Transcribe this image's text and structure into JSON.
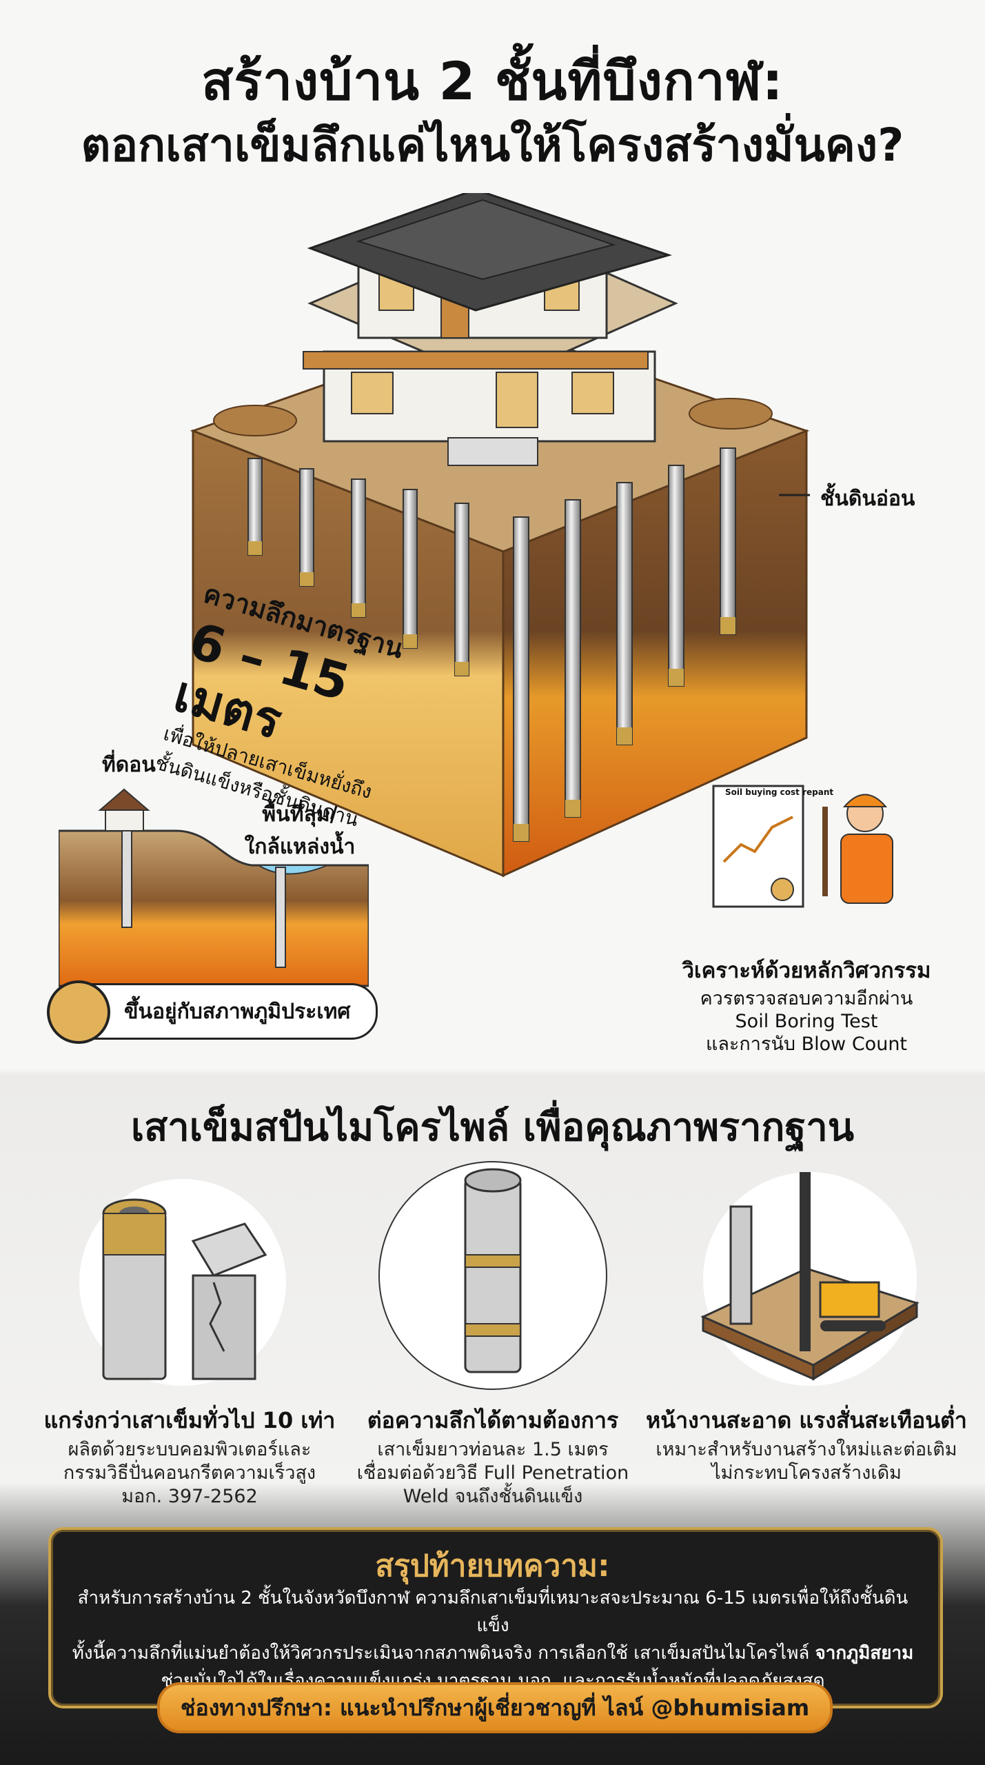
{
  "title": {
    "line1": "สร้างบ้าน 2 ชั้นที่บึงกาฬ:",
    "line2": "ตอกเสาเข็มลึกแค่ไหนให้โครงสร้างมั่นคง?"
  },
  "hero": {
    "soft_soil_label": "ชั้นดินอ่อน",
    "depth_heading": "ความลึกมาตรฐาน",
    "depth_value": "6 – 15 เมตร",
    "depth_desc_line1": "เพื่อให้ปลายเสาเข็มหยั่งถึง",
    "depth_desc_line2": "ชั้นดินแข็งหรือชั้นดินดาน"
  },
  "terrain": {
    "highland_label": "ที่ดอน",
    "lowland_label_line1": "พื้นที่ลุ่ม/",
    "lowland_label_line2": "ใกล้แหล่งน้ำ",
    "pill_text": "ขึ้นอยู่กับสภาพภูมิประเทศ"
  },
  "engineer": {
    "report_title": "Soil buying cost repant",
    "heading": "วิเคราะห์ด้วยหลักวิศวกรรม",
    "line1": "ควรตรวจสอบความอีกผ่าน",
    "line2": "Soil Boring Test",
    "line3": "และการนับ Blow Count"
  },
  "section": {
    "title": "เสาเข็มสปันไมโครไพล์ เพื่อคุณภาพรากฐาน"
  },
  "features": [
    {
      "title": "แกร่งกว่าเสาเข็มทั่วไป 10 เท่า",
      "desc1": "ผลิตด้วยระบบคอมพิวเตอร์และ",
      "desc2": "กรรมวิธีปั่นคอนกรีตความเร็วสูง",
      "desc3": "มอก. 397-2562"
    },
    {
      "title": "ต่อความลึกได้ตามต้องการ",
      "desc1": "เสาเข็มยาวท่อนละ 1.5 เมตร",
      "desc2": "เชื่อมต่อด้วยวิธี Full Penetration",
      "desc3": "Weld จนถึงชั้นดินแข็ง"
    },
    {
      "title": "หน้างานสะอาด แรงสั่นสะเทือนต่ำ",
      "desc1": "เหมาะสำหรับงานสร้างใหม่และต่อเติม",
      "desc2": "ไม่กระทบโครงสร้างเดิม"
    }
  ],
  "summary": {
    "title": "สรุปท้ายบทความ:",
    "line1": "สำหรับการสร้างบ้าน 2 ชั้นในจังหวัดบึงกาฬ ความลึกเสาเข็มที่เหมาะสจะประมาณ 6-15 เมตรเพื่อให้ถึงชั้นดินแข็ง",
    "line2a": "ทั้งนี้ความลึกที่แม่นยำต้องให้วิศวกรประเมินจากสภาพดินจริง การเลือกใช้ เสาเข็มสปันไมโครไพล์",
    "line2b": "จากภูมิสยาม",
    "line3": "ช่วยมั่นใจได้ในเรื่องความแข็งแกร่ง มาตรฐาน มอก. และการรับน้ำหนักที่ปลอดภัยสูงสุด",
    "contact": "ช่องทางปรึกษา: แนะนำปรึกษาผู้เชี่ยวชาญที่ ไลน์ @bhumisiam"
  }
}
